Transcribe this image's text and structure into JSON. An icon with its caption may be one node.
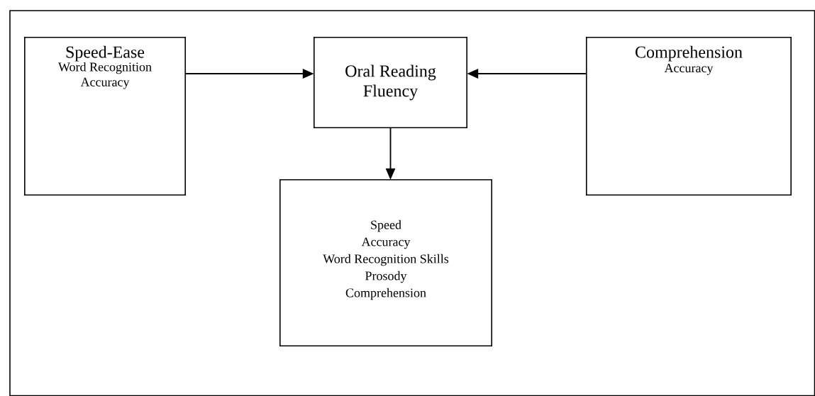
{
  "diagram": {
    "nodes": [
      {
        "text": [
          "Speed-Ease",
          "Word Recognition Accuracy"
        ]
      },
      {
        "text": [
          "Oral Reading Fluency"
        ]
      },
      {
        "text": [
          "Comprehension",
          "Accuracy"
        ]
      },
      {
        "text": [
          "Speed",
          "Accuracy",
          "Word Recognition Skills",
          "Prosody",
          "Comprehension"
        ]
      }
    ],
    "edges": [
      {
        "from": 0,
        "to": 1,
        "arrow": "to"
      },
      {
        "from": 2,
        "to": 1,
        "arrow": "to"
      },
      {
        "from": 1,
        "to": 3,
        "arrow": "to"
      }
    ]
  }
}
